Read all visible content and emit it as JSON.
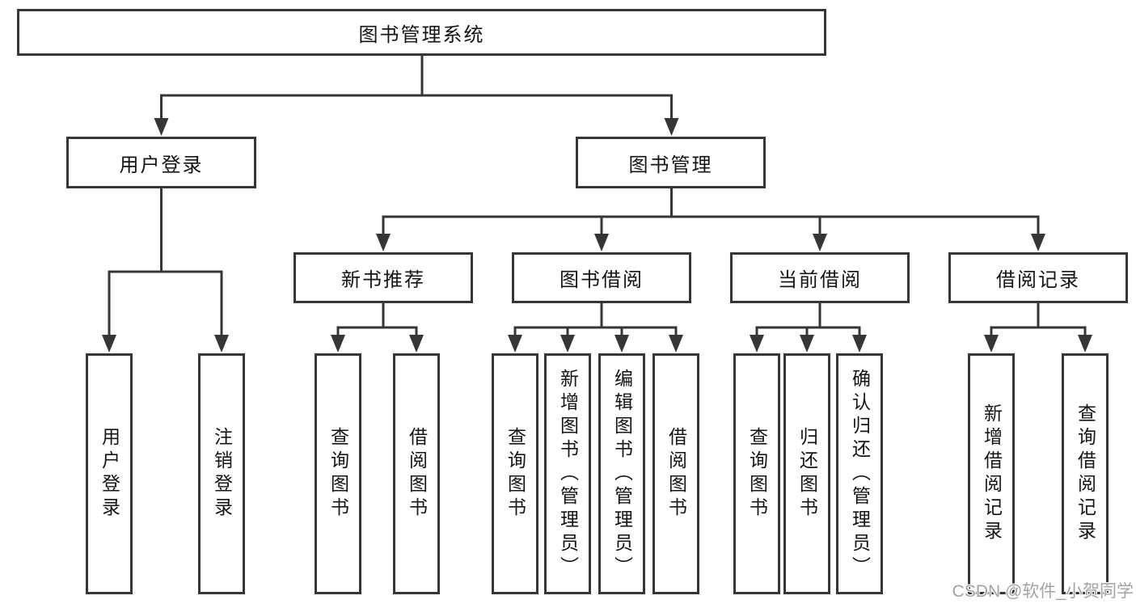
{
  "diagram": {
    "type": "hierarchy-tree",
    "colors": {
      "line": "#363636",
      "box_border": "#363636",
      "box_background": "#ffffff",
      "text": "#141414",
      "watermark": "#a3a3a3"
    },
    "root": {
      "label": "图书管理系统"
    },
    "user": {
      "label": "用户登录",
      "leaves": [
        {
          "label": "用户登录"
        },
        {
          "label": "注销登录"
        }
      ]
    },
    "mgmt": {
      "label": "图书管理",
      "groups": [
        {
          "label": "新书推荐",
          "leaves": [
            {
              "label": "查询图书"
            },
            {
              "label": "借阅图书"
            }
          ]
        },
        {
          "label": "图书借阅",
          "leaves": [
            {
              "label": "查询图书"
            },
            {
              "label": "新增图书（管理员）"
            },
            {
              "label": "编辑图书（管理员）"
            },
            {
              "label": "借阅图书"
            }
          ]
        },
        {
          "label": "当前借阅",
          "leaves": [
            {
              "label": "查询图书"
            },
            {
              "label": "归还图书"
            },
            {
              "label": "确认归还（管理员）"
            }
          ]
        },
        {
          "label": "借阅记录",
          "leaves": [
            {
              "label": "新增借阅记录"
            },
            {
              "label": "查询借阅记录"
            }
          ]
        }
      ]
    },
    "watermark": {
      "text": "CSDN @软件_小贺同学"
    }
  }
}
